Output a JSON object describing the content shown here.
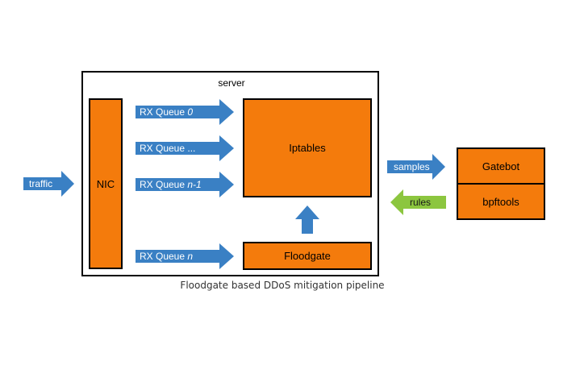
{
  "diagram": {
    "server_label": "server",
    "nic_label": "NIC",
    "iptables_label": "Iptables",
    "floodgate_label": "Floodgate",
    "gatebot_label": "Gatebot",
    "bpftools_label": "bpftools",
    "traffic_label": "traffic",
    "samples_label": "samples",
    "rules_label": "rules",
    "queues": [
      {
        "prefix": "RX Queue ",
        "suffix": "0"
      },
      {
        "prefix": "RX Queue ...",
        "suffix": ""
      },
      {
        "prefix": "RX Queue ",
        "suffix": "n-1"
      },
      {
        "prefix": "RX Queue ",
        "suffix": "n"
      }
    ],
    "caption": "Floodgate based DDoS mitigation pipeline"
  },
  "colors": {
    "box_orange": "#f47b0c",
    "arrow_blue": "#3a80c4",
    "arrow_green": "#8cc63f"
  }
}
